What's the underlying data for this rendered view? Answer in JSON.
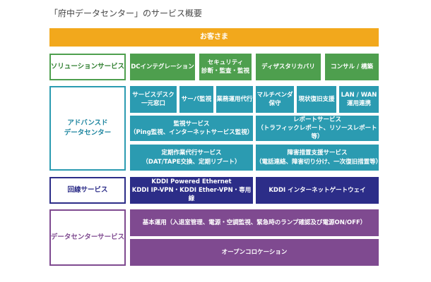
{
  "title": "「府中データセンター」のサービス概要",
  "customer": "お客さま",
  "categories": {
    "solution": "ソリューションサービス",
    "advanced": "アドバンスド\nデータセンター",
    "line": "回線サービス",
    "datacenter": "データセンターサービス"
  },
  "solution": [
    "DCインテグレーション",
    "セキュリティ\n診断・監査・監視",
    "ディザスタリカバリ",
    "コンサル / 構築"
  ],
  "advanced": {
    "row1": [
      "サービスデスク\n一元窓口",
      "サーバ監視",
      "業務運用代行",
      "マルチベンダ\n保守",
      "現状復旧支援",
      "LAN / WAN\n運用連携"
    ],
    "row2": [
      "監視サービス\n（Ping監視、インターネットサービス監視）",
      "レポートサービス\n（トラフィックレポート、リソースレポート等）"
    ],
    "row3": [
      "定期作業代行サービス\n（DAT/TAPE交換、定期リブート）",
      "障害措置支援サービス\n（電話連絡、障害切り分け、一次復旧措置等）"
    ]
  },
  "line": [
    "KDDI Powered Ethernet\nKDDI IP-VPN・KDDI Ether-VPN・専用線",
    "KDDI インターネットゲートウェイ"
  ],
  "datacenter": [
    "基本運用（入退室管理、電源・空調監視、緊急時のランプ確認及び電源ON/OFF）",
    "オープンコロケーション"
  ],
  "colors": {
    "customer": "#f2a81c",
    "solution": "#4e9f4e",
    "advanced": "#2b9bb1",
    "line": "#2c2d88",
    "datacenter": "#7f4a90"
  }
}
